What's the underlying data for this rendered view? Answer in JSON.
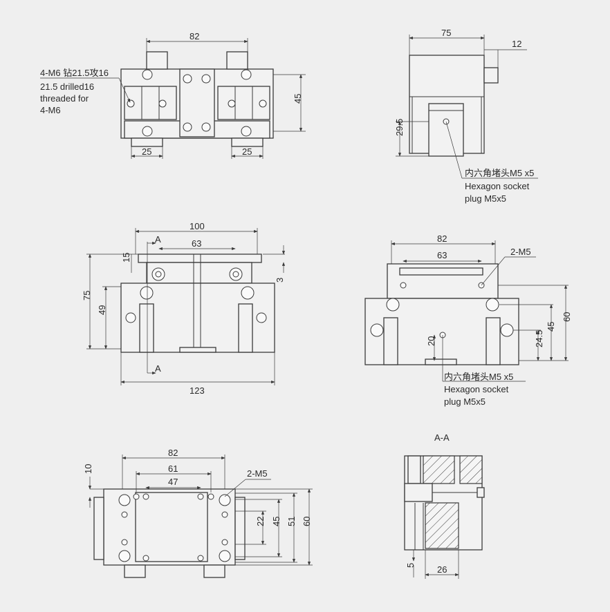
{
  "view_top_left": {
    "dim_width": "82",
    "dim_height": "45",
    "dim_left_spacing": "25",
    "dim_right_spacing": "25",
    "callout_line1": "4-M6 钻21.5攻16",
    "callout_line2": "21.5 drilled16",
    "callout_line3": "threaded for",
    "callout_line4": "4-M6"
  },
  "view_top_right": {
    "dim_width": "75",
    "dim_offset": "12",
    "dim_height": "29.5",
    "callout_line1": "内六角堵头M5 x5",
    "callout_line2": "Hexagon socket",
    "callout_line3": "plug M5x5"
  },
  "view_mid_left": {
    "dim_top_width": "100",
    "dim_slot_width": "63",
    "dim_total_width": "123",
    "dim_height_total": "75",
    "dim_height_49": "49",
    "dim_offset_15": "15",
    "dim_offset_3": "3",
    "section_mark_top": "A",
    "section_mark_bottom": "A"
  },
  "view_mid_right": {
    "dim_width": "82",
    "dim_slot": "63",
    "dim_height_60": "60",
    "dim_height_45": "45",
    "dim_height_245": "24.5",
    "dim_height_20": "20",
    "thread_label": "2-M5",
    "callout_line1": "内六角堵头M5 x5",
    "callout_line2": "Hexagon socket",
    "callout_line3": "plug M5x5"
  },
  "view_bottom_left": {
    "dim_82": "82",
    "dim_61": "61",
    "dim_47": "47",
    "dim_10": "10",
    "dim_22": "22",
    "dim_45": "45",
    "dim_51": "51",
    "dim_60": "60",
    "thread_label": "2-M5"
  },
  "view_section": {
    "title": "A-A",
    "dim_5": "5",
    "dim_26": "26"
  }
}
